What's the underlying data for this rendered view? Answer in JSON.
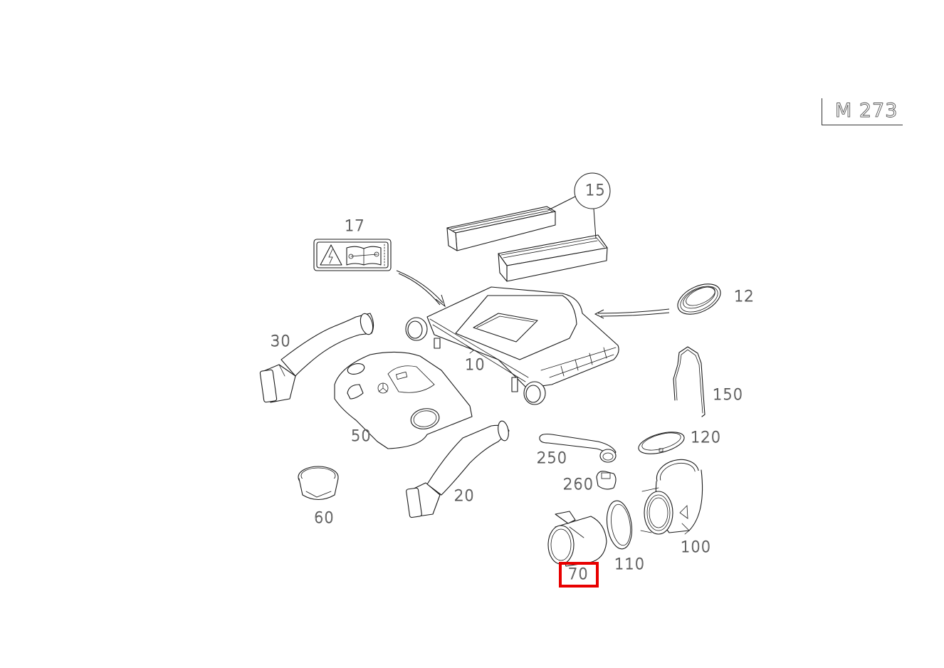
{
  "diagram": {
    "title": "M 273",
    "highlight_color": "#e80000",
    "highlighted_part": "70",
    "callouts": [
      {
        "id": "15",
        "label": "15",
        "part": "air-filter-elements"
      },
      {
        "id": "17",
        "label": "17",
        "part": "warning-label"
      },
      {
        "id": "10",
        "label": "10",
        "part": "air-filter-housing"
      },
      {
        "id": "12",
        "label": "12",
        "part": "seal-ring"
      },
      {
        "id": "30",
        "label": "30",
        "part": "intake-duct-left"
      },
      {
        "id": "50",
        "label": "50",
        "part": "engine-cover"
      },
      {
        "id": "150",
        "label": "150",
        "part": "retaining-clip"
      },
      {
        "id": "120",
        "label": "120",
        "part": "clamp-ring"
      },
      {
        "id": "250",
        "label": "250",
        "part": "vent-hose"
      },
      {
        "id": "260",
        "label": "260",
        "part": "hose-clip"
      },
      {
        "id": "60",
        "label": "60",
        "part": "oil-filler-cap"
      },
      {
        "id": "20",
        "label": "20",
        "part": "intake-duct-right"
      },
      {
        "id": "100",
        "label": "100",
        "part": "intake-manifold-connector"
      },
      {
        "id": "110",
        "label": "110",
        "part": "seal-ring-large"
      },
      {
        "id": "70",
        "label": "70",
        "part": "air-mass-sensor"
      }
    ]
  }
}
